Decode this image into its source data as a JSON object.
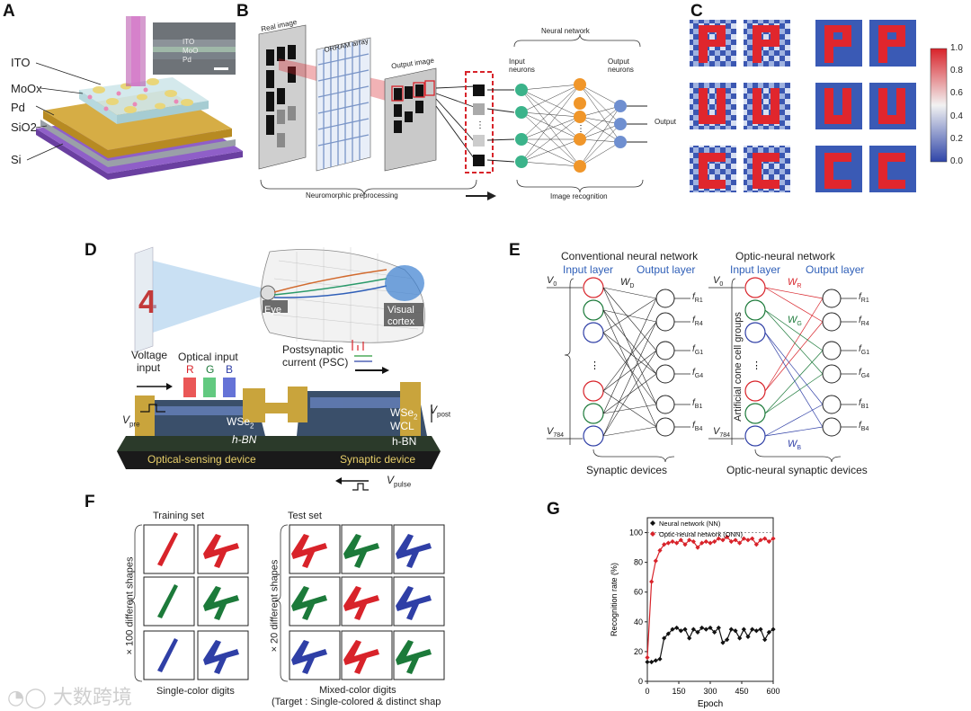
{
  "panels": {
    "a": {
      "label": "A",
      "inset_text": [
        "ITO",
        "MoO",
        "Pd"
      ],
      "layers": [
        "ITO",
        "MoOx",
        "Pd",
        "SiO2",
        "Si"
      ]
    },
    "b": {
      "label": "B",
      "real_image": "Real image",
      "array": "ORRAM array",
      "output_image": "Output image",
      "preprocessing": "Neuromorphic preprocessing",
      "network_title": "Neural network",
      "input_neurons": "Input neurons",
      "output_neurons": "Output neurons",
      "output": "Output",
      "recognition": "Image recognition"
    },
    "c": {
      "label": "C",
      "colorbar_ticks": [
        "1.0",
        "0.8",
        "0.6",
        "0.4",
        "0.2",
        "0.0"
      ]
    },
    "d": {
      "label": "D",
      "eye": "Eye",
      "visual_cortex_1": "Visual",
      "visual_cortex_2": "cortex",
      "voltage_input_1": "Voltage",
      "voltage_input_2": "input",
      "optical_input": "Optical input",
      "r": "R",
      "g": "G",
      "b": "B",
      "psc_1": "Postsynaptic",
      "psc_2": "current (PSC)",
      "vpre": "V",
      "vpre_sub": "pre",
      "vpost": "V",
      "vpost_sub": "post",
      "vpulse": "V",
      "vpulse_sub": "pulse",
      "wse2_left": "WSe",
      "hbn_left": "h-BN",
      "wse2_right": "WSe",
      "wcl": "WCL",
      "hbn_right": "h-BN",
      "sensing": "Optical-sensing device",
      "synaptic": "Synaptic device"
    },
    "e": {
      "label": "E",
      "conv_title": "Conventional neural network",
      "onn_title": "Optic-neural network",
      "input_layer": "Input layer",
      "output_layer": "Output layer",
      "v0": "V",
      "v0_sub": "0",
      "v784": "V",
      "v784_sub": "784",
      "wd": "W",
      "wd_sub": "D",
      "wr": "W",
      "wr_sub": "R",
      "wg": "W",
      "wg_sub": "G",
      "wb": "W",
      "wb_sub": "B",
      "outputs": [
        "R1",
        "R4",
        "G1",
        "G4",
        "B1",
        "B4"
      ],
      "cone_groups": "Artificial cone cell groups",
      "synaptic_devices": "Synaptic devices",
      "onn_devices": "Optic-neural synaptic devices"
    },
    "f": {
      "label": "F",
      "training": "Training set",
      "test": "Test set",
      "train_side": "× 100 different shapes",
      "test_side": "× 20 different shapes",
      "single_color": "Single-color digits",
      "mixed_color": "Mixed-color digits",
      "target": "(Target : Single-colored & distinct shap"
    },
    "g": {
      "label": "G"
    }
  },
  "watermark": "大数跨境",
  "colors": {
    "red": "#d8232a",
    "green": "#1c7a3a",
    "blue": "#2f3fa6",
    "gold": "#c9a43c",
    "teal": "#3bb38a",
    "orange": "#f0962a",
    "neuron_blue": "#6f8fd0"
  },
  "chart_data": {
    "type": "line",
    "xlabel": "Epoch",
    "ylabel": "Recognition rate (%)",
    "xlim": [
      0,
      600
    ],
    "ylim": [
      0,
      110
    ],
    "xticks": [
      "0",
      "150",
      "300",
      "450",
      "600"
    ],
    "yticks": [
      "0",
      "20",
      "40",
      "60",
      "80",
      "100"
    ],
    "reference_line": 100,
    "legend_position": "top-left",
    "series": [
      {
        "name": "Neural network (NN)",
        "color": "#111111",
        "marker": "diamond",
        "x": [
          0,
          20,
          40,
          60,
          80,
          100,
          120,
          140,
          160,
          180,
          200,
          220,
          240,
          260,
          280,
          300,
          320,
          340,
          360,
          380,
          400,
          420,
          440,
          460,
          480,
          500,
          520,
          540,
          560,
          580,
          600
        ],
        "y": [
          13,
          13,
          14,
          15,
          29,
          32,
          35,
          36,
          34,
          35,
          29,
          35,
          33,
          36,
          35,
          36,
          33,
          36,
          26,
          28,
          35,
          34,
          29,
          35,
          30,
          35,
          34,
          35,
          28,
          33,
          35
        ]
      },
      {
        "name": "Optic-neural network (ONN)",
        "color": "#d8232a",
        "marker": "diamond",
        "x": [
          0,
          20,
          40,
          60,
          80,
          100,
          120,
          140,
          160,
          180,
          200,
          220,
          240,
          260,
          280,
          300,
          320,
          340,
          360,
          380,
          400,
          420,
          440,
          460,
          480,
          500,
          520,
          540,
          560,
          580,
          600
        ],
        "y": [
          16,
          67,
          81,
          88,
          92,
          93,
          94,
          93,
          95,
          92,
          95,
          94,
          90,
          93,
          94,
          93,
          94,
          96,
          95,
          97,
          94,
          95,
          93,
          96,
          95,
          96,
          92,
          95,
          96,
          94,
          96
        ]
      }
    ]
  }
}
